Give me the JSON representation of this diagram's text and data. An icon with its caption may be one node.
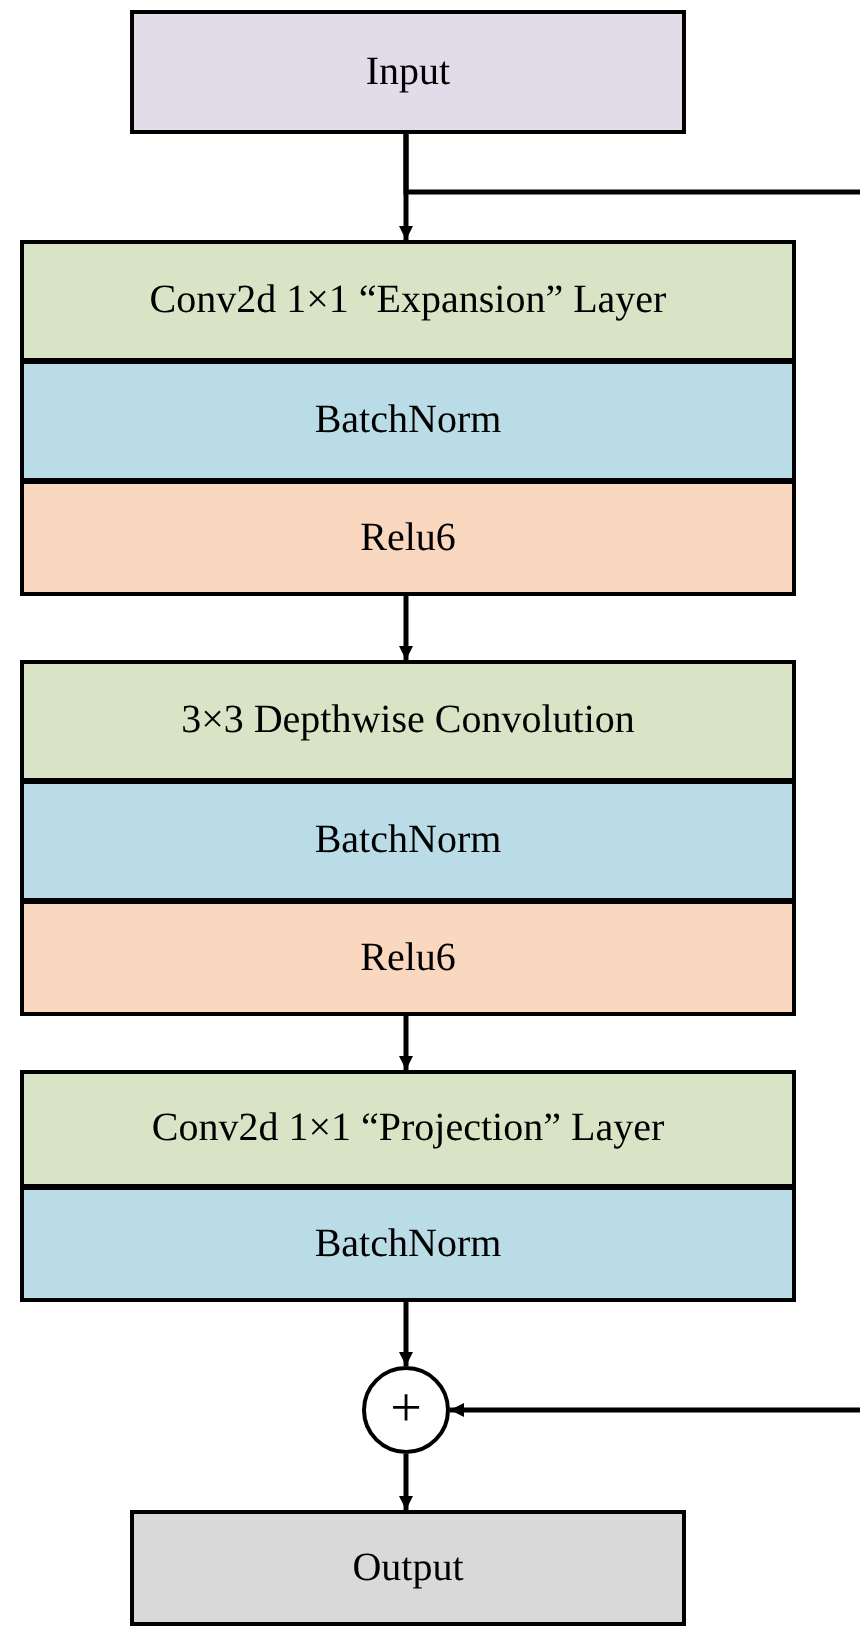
{
  "diagram": {
    "nodes": [
      {
        "text": [
          "Input"
        ]
      },
      {
        "text": [
          "Conv2d 1×1 “Expansion” Layer"
        ]
      },
      {
        "text": [
          "BatchNorm"
        ]
      },
      {
        "text": [
          "Relu6"
        ]
      },
      {
        "text": [
          "3×3 Depthwise Convolution"
        ]
      },
      {
        "text": [
          "BatchNorm"
        ]
      },
      {
        "text": [
          "Relu6"
        ]
      },
      {
        "text": [
          "Conv2d 1×1 “Projection” Layer"
        ]
      },
      {
        "text": [
          "BatchNorm"
        ]
      },
      {
        "text": [
          "+"
        ]
      },
      {
        "text": [
          "Output"
        ]
      }
    ],
    "edges": [
      {
        "from": 0,
        "to": 1,
        "arrow": "to"
      },
      {
        "from": 3,
        "to": 4,
        "arrow": "to"
      },
      {
        "from": 6,
        "to": 7,
        "arrow": "to"
      },
      {
        "from": 8,
        "to": 9,
        "arrow": "to"
      },
      {
        "from": 9,
        "to": 10,
        "arrow": "to"
      },
      {
        "from": 0,
        "to": null,
        "arrow": "none"
      },
      {
        "from": null,
        "to": 9,
        "arrow": "to"
      }
    ]
  }
}
